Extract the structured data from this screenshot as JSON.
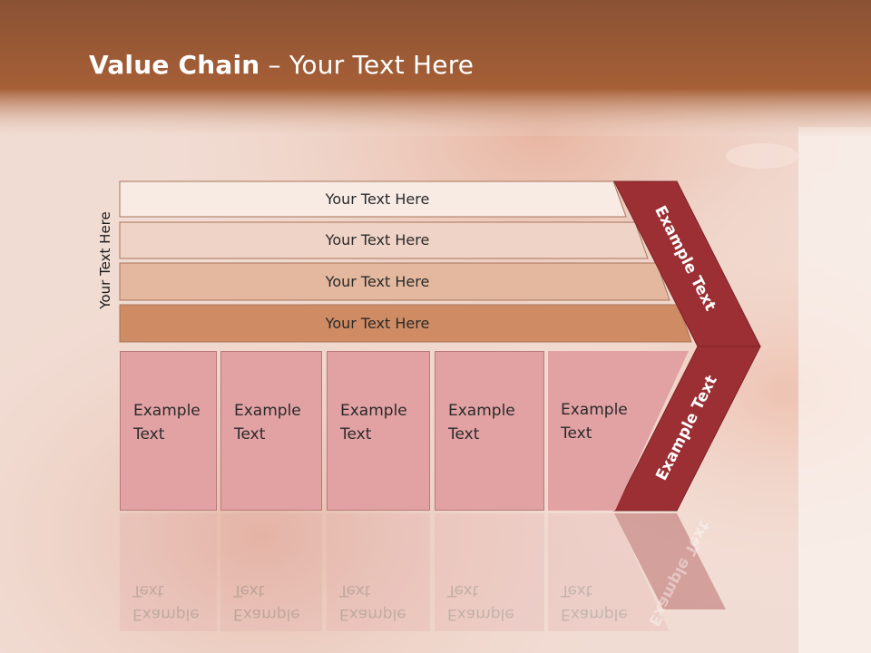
{
  "title": {
    "bold": "Value Chain",
    "rest": " – Your Text Here"
  },
  "side_label": "Your Text Here",
  "rows": [
    {
      "label": "Your Text Here",
      "color": "#f7ebe4"
    },
    {
      "label": "Your Text Here",
      "color": "#efd3c6"
    },
    {
      "label": "Your Text Here",
      "color": "#e3b89e"
    },
    {
      "label": "Your Text Here",
      "color": "#cf8b63"
    }
  ],
  "boxes": [
    {
      "line1": "Example",
      "line2": "Text"
    },
    {
      "line1": "Example",
      "line2": "Text"
    },
    {
      "line1": "Example",
      "line2": "Text"
    },
    {
      "line1": "Example",
      "line2": "Text"
    },
    {
      "line1": "Example",
      "line2": "Text"
    }
  ],
  "chevron": {
    "upper_label": "Example Text",
    "lower_label": "Example Text",
    "color": "#9b2f33"
  },
  "colors": {
    "header": "#9a5a35",
    "box": "#e2a2a4"
  }
}
